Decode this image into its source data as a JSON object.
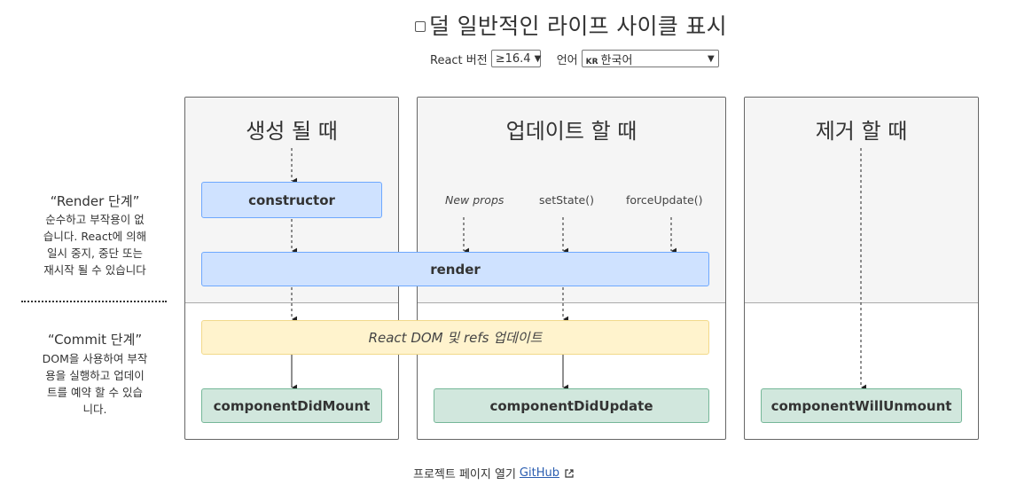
{
  "header": {
    "checkbox_label": "덜 일반적인 라이프 사이클 표시",
    "react_version_label": "React 버전",
    "react_version_value": "≥16.4",
    "language_label": "언어",
    "language_flag": "KR",
    "language_value": "한국어"
  },
  "phases": {
    "render": {
      "title": "“Render 단계”",
      "description": "순수하고 부작용이 없습니다. React에 의해 일시 중지, 중단 또는 재시작 될 수 있습니다",
      "desc_lines": [
        "순수하고 부작용이 없",
        "습니다. React에 의해",
        "일시 중지, 중단 또는",
        "재시작 될 수 있습니다"
      ]
    },
    "commit": {
      "title": "“Commit 단계”",
      "desc_lines": [
        "DOM을 사용하여 부작",
        "용을 실행하고 업데이",
        "트를 예약 할 수 있습",
        "니다."
      ]
    }
  },
  "columns": {
    "mounting": {
      "title": "생성 될 때"
    },
    "updating": {
      "title": "업데이트 할 때"
    },
    "unmounting": {
      "title": "제거 할 때"
    }
  },
  "methods": {
    "constructor": "constructor",
    "render": "render",
    "react_dom_update": "React DOM 및 refs 업데이트",
    "component_did_mount": "componentDidMount",
    "component_did_update": "componentDidUpdate",
    "component_will_unmount": "componentWillUnmount"
  },
  "update_triggers": {
    "new_props": "New props",
    "set_state": "setState()",
    "force_update": "forceUpdate()"
  },
  "footer": {
    "text": "프로젝트 페이지 열기",
    "link": "GitHub",
    "link_icon": "external-link-icon"
  },
  "colors": {
    "blue_fill": "#cfe2ff",
    "blue_border": "#6ea8fe",
    "yellow_fill": "#fff3cd",
    "green_fill": "#d1e7dd",
    "green_border": "#75b798",
    "link": "#2a5db0"
  }
}
